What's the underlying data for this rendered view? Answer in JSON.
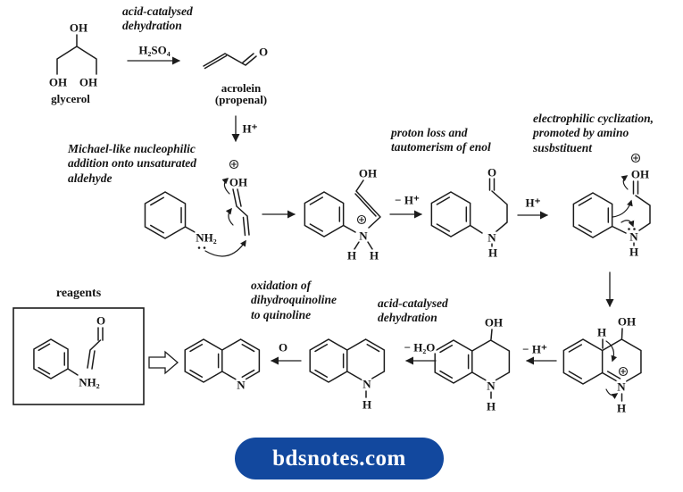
{
  "scheme": {
    "annotations": {
      "dehydration_top": "acid-catalysed\ndehydration",
      "michael_addition": "Michael-like nucleophilic\naddition onto unsaturated\naldehyde",
      "proton_loss": "proton loss and\ntautomerism of enol",
      "cyclization": "electrophilic cyclization,\npromoted by amino\nsusbstituent",
      "oxidation": "oxidation of\ndihydroquinoline\nto quinoline",
      "dehydration_bottom": "acid-catalysed\ndehydration"
    },
    "arrow_labels": {
      "h2so4": "H₂SO₄",
      "h_plus": "H⁺",
      "minus_h_plus": "− H⁺",
      "minus_h2o": "− H₂O",
      "oxidant": "O"
    },
    "atom_labels": {
      "oh": "OH",
      "o": "O",
      "n": "N",
      "h": "H",
      "nh2": "NH₂"
    },
    "compound_names": {
      "glycerol": "glycerol",
      "acrolein": "acrolein",
      "propenal": "(propenal)",
      "reagents": "reagents"
    }
  },
  "footer": {
    "site_name": "bdsnotes.com",
    "button_color": "#12489e",
    "text_color": "#ffffff"
  }
}
